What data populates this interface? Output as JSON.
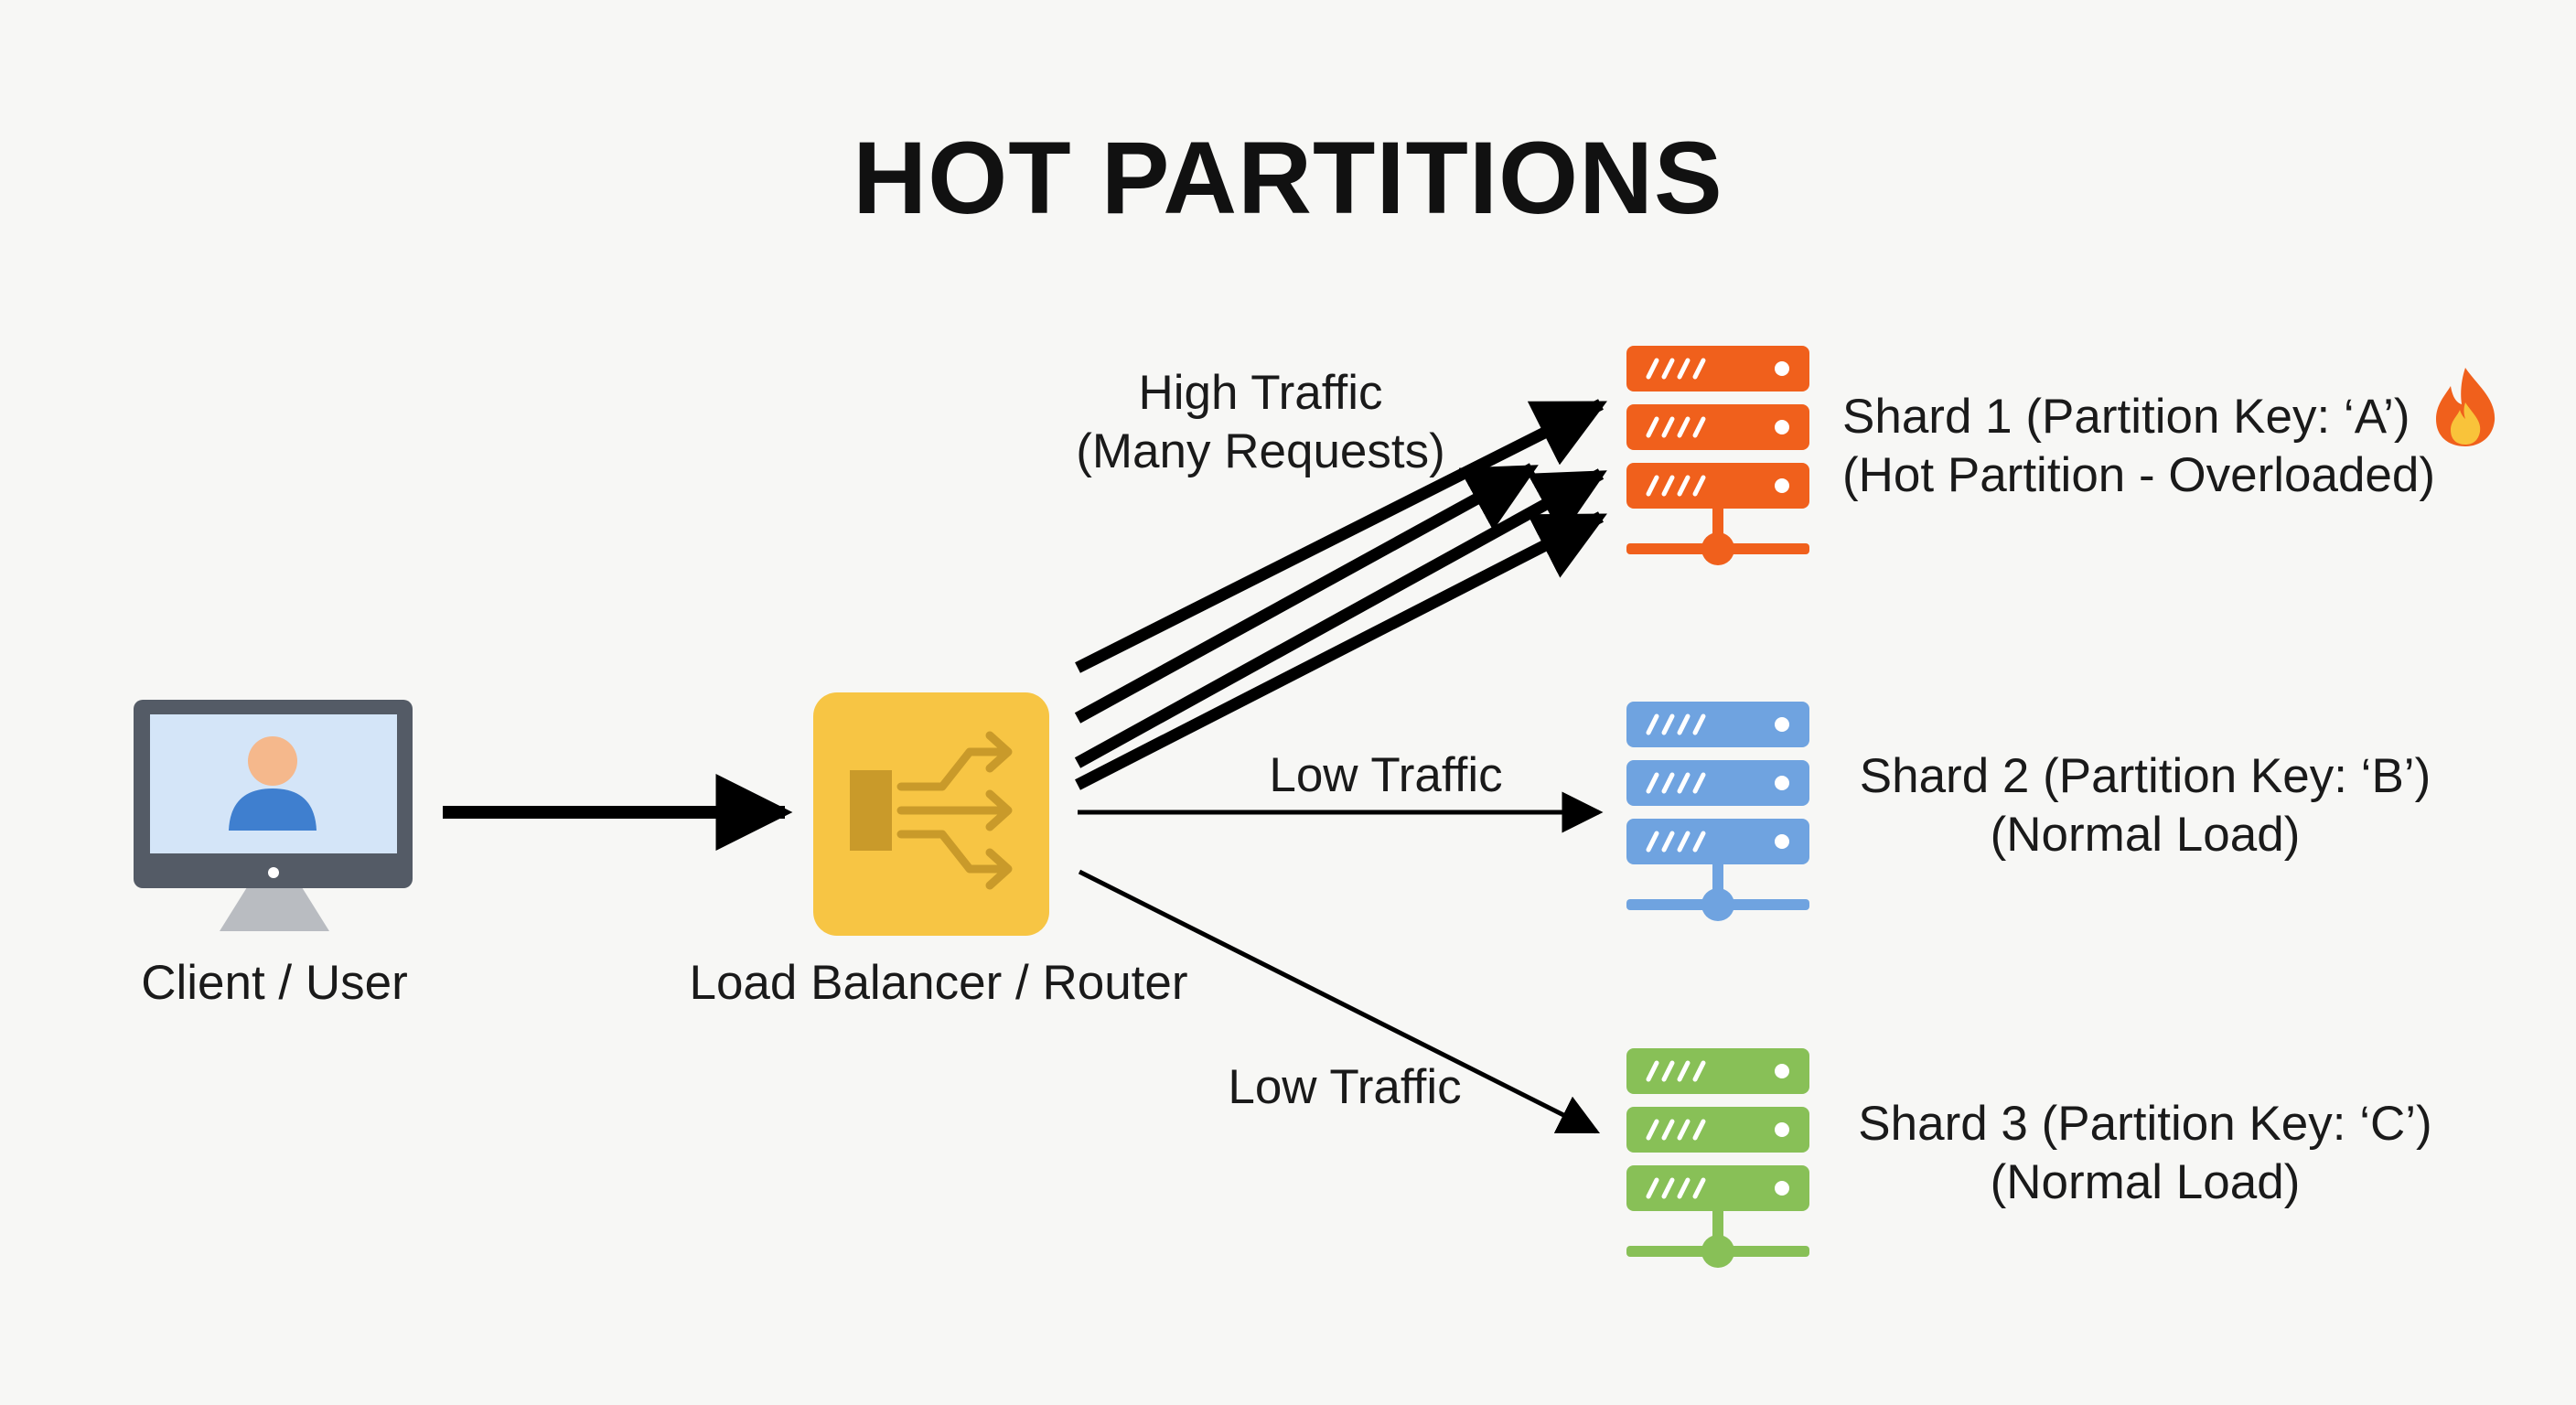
{
  "title": "HOT PARTITIONS",
  "client": {
    "label": "Client / User",
    "icon": "monitor-user-icon"
  },
  "router": {
    "label": "Load Balancer / Router",
    "icon": "router-split-icon"
  },
  "edges": {
    "high": {
      "line1": "High Traffic",
      "line2": "(Many Requests)",
      "arrow_count": 4
    },
    "low_b": {
      "label": "Low Traffic"
    },
    "low_c": {
      "label": "Low Traffic"
    }
  },
  "shards": [
    {
      "line1": "Shard 1 (Partition Key: ‘A’)",
      "line2": "(Hot Partition - Overloaded)",
      "color": "#f0601c",
      "icon": "server-stack-icon",
      "status_icon": "fire-icon"
    },
    {
      "line1": "Shard 2 (Partition Key: ‘B’)",
      "line2": "(Normal Load)",
      "color": "#6fa3e0",
      "icon": "server-stack-icon"
    },
    {
      "line1": "Shard 3 (Partition Key: ‘C’)",
      "line2": "(Normal Load)",
      "color": "#88c057",
      "icon": "server-stack-icon"
    }
  ],
  "colors": {
    "router": "#f7c544",
    "router_glyph": "#c99a2a",
    "monitor_frame": "#545b66",
    "monitor_screen": "#d4e5f8",
    "user_head": "#f5b88c",
    "user_body": "#3f7fcf",
    "arrow": "#000000"
  }
}
